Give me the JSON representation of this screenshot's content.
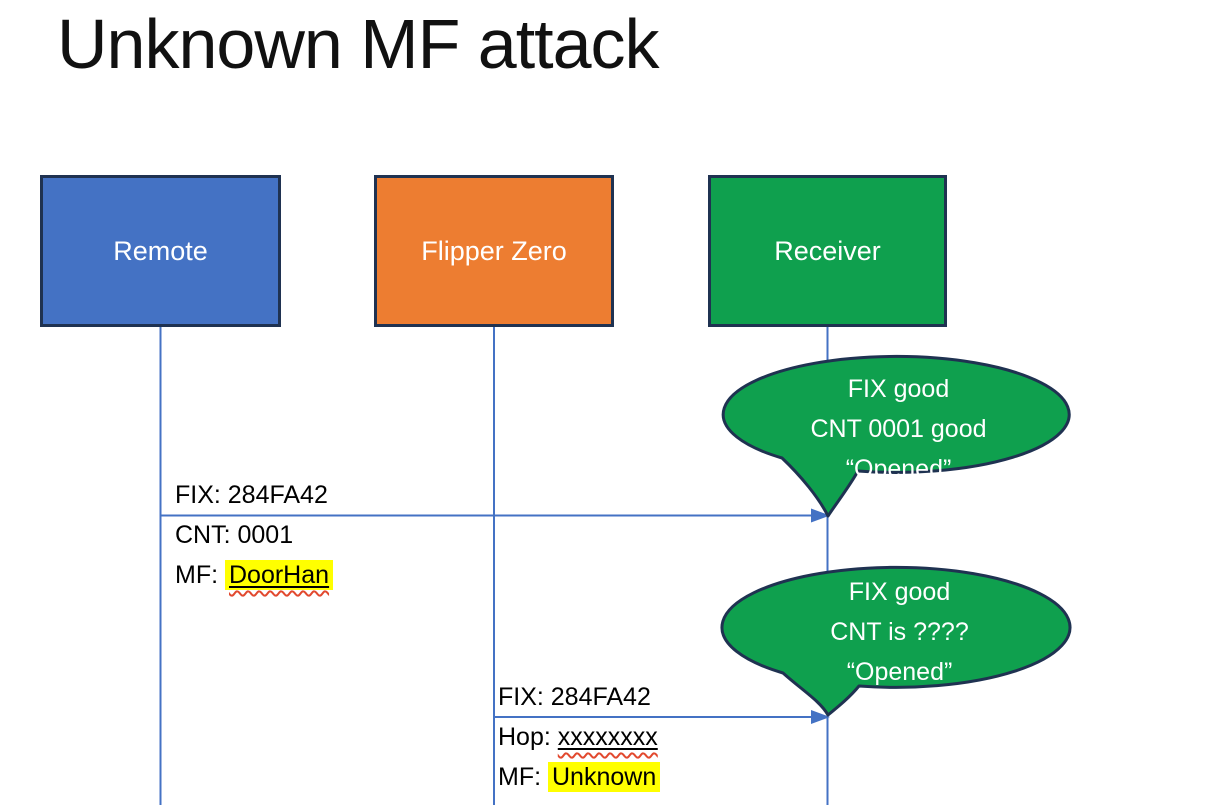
{
  "slide": {
    "title": "Unknown MF attack"
  },
  "actors": [
    {
      "label": "Remote",
      "fill": "#4472C4"
    },
    {
      "label": "Flipper Zero",
      "fill": "#ED7D31"
    },
    {
      "label": "Receiver",
      "fill": "#0FA04E"
    }
  ],
  "messages": [
    {
      "from": "Remote",
      "to": "Receiver",
      "line1": "FIX: 284FA42",
      "line2": "CNT: 0001",
      "line3_prefix": "MF: ",
      "line3_value": "DoorHan"
    },
    {
      "from": "Flipper Zero",
      "to": "Receiver",
      "line1": "FIX: 284FA42",
      "line2_prefix": "Hop: ",
      "line2_value": "xxxxxxxx",
      "line3_prefix": "MF: ",
      "line3_value": "Unknown"
    }
  ],
  "callouts": [
    {
      "line1": "FIX good",
      "line2": "CNT 0001 good",
      "line3": "“Opened”"
    },
    {
      "line1": "FIX good",
      "line2": "CNT is ????",
      "line3": "“Opened”"
    }
  ],
  "colors": {
    "actor_remote": "#4472C4",
    "actor_flipper": "#ED7D31",
    "actor_receiver": "#0FA04E",
    "shape_border": "#1F3251",
    "connector_blue": "#4472C4",
    "highlight_yellow": "#FFFF00",
    "spellcheck_red": "#E2492F",
    "callout_fill": "#0FA04E",
    "text_white": "#FFFFFF",
    "text_black": "#000000"
  }
}
